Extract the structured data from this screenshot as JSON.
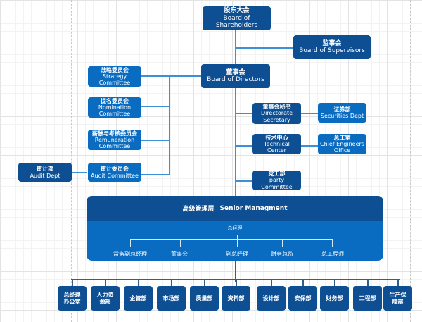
{
  "colors": {
    "navy": "#0e4f93",
    "blue": "#0a6cc0",
    "connector": "#3d8fd8"
  },
  "top": {
    "shareholders": {
      "zh": "股东大会",
      "en": "Board of Shareholders"
    },
    "supervisors": {
      "zh": "监事会",
      "en": "Board of Supervisors"
    },
    "directors": {
      "zh": "董事会",
      "en": "Board of Directors"
    }
  },
  "committees": [
    {
      "zh": "战略委员会",
      "en": "Strategy Committee"
    },
    {
      "zh": "提名委员会",
      "en": "Nomination Committee"
    },
    {
      "zh": "薪酬与考核委员会",
      "en": "Remuneration Committee"
    },
    {
      "zh": "审计委员会",
      "en": "Audit Committee"
    }
  ],
  "audit_dept": {
    "zh": "审计部",
    "en": "Audit Dept"
  },
  "right_units": {
    "secretary": {
      "zh": "董事会秘书",
      "en": "Directorate Secretary"
    },
    "securities": {
      "zh": "证券部",
      "en": "Securities Dept"
    },
    "tech_center": {
      "zh": "技术中心",
      "en": "Technical Center"
    },
    "chief_engineers": {
      "zh": "总工室",
      "en": "Chief Engineers Office"
    },
    "party": {
      "zh": "党工部",
      "en": "party Committee"
    }
  },
  "senior_management": {
    "zh": "高级管理层",
    "en": "Senior Managment",
    "ceo": "总经理",
    "roles": [
      "常务副总经理",
      "董事会",
      "副总经理",
      "财务总监",
      "总工程师"
    ]
  },
  "departments": [
    "总经理办公室",
    "人力资源部",
    "企管部",
    "市场部",
    "质量部",
    "资料部",
    "设计部",
    "安保部",
    "财务部",
    "工程部",
    "生产保障部"
  ]
}
